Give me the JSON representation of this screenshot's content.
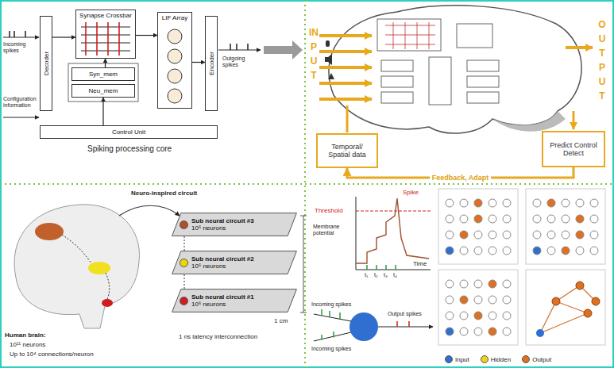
{
  "diagram": {
    "nodes": [
      {
        "text": [
          "Decoder"
        ]
      },
      {
        "text": [
          "Synapse Crossbar"
        ]
      },
      {
        "text": [
          "LIF Array"
        ]
      },
      {
        "text": [
          "Syn_mem"
        ]
      },
      {
        "text": [
          "Neu_mem"
        ]
      },
      {
        "text": [
          "Encoder"
        ]
      },
      {
        "text": [
          "Control Unit"
        ]
      },
      {
        "text": [
          "Temporal/ Spatial data"
        ]
      },
      {
        "text": [
          "Predict Control Detect"
        ]
      },
      {
        "text": [
          "Sub neural circuit #3",
          "10⁶ neurons"
        ]
      },
      {
        "text": [
          "Sub neural circuit #2",
          "10⁶ neurons"
        ]
      },
      {
        "text": [
          "Sub neural circuit #1",
          "10⁶ neurons"
        ]
      }
    ],
    "edges": [
      {
        "from": 0,
        "to": 1,
        "arrow": "to"
      },
      {
        "from": 1,
        "to": 2,
        "arrow": "to"
      },
      {
        "from": 2,
        "to": 5,
        "arrow": "to"
      },
      {
        "from": 3,
        "to": 1,
        "arrow": "to"
      },
      {
        "from": 6,
        "to": 4,
        "arrow": "to"
      },
      {
        "from": 8,
        "to": 7,
        "label": "Feedback, Adapt",
        "arrow": "to"
      }
    ],
    "labels": [
      "Incoming spikes",
      "Configuration information",
      "Outgoing spikes",
      "Spiking processing core",
      "INPUT",
      "OUTPUT",
      "Neuro-inspired circuit",
      "1 ns latency interconnection",
      "1 cm",
      "Human brain:",
      "10¹¹ neurons",
      "Up to 10⁴ connections/neuron",
      "Threshold",
      "Membrane potential",
      "Spike",
      "Time",
      "t₁",
      "t₂",
      "t₃",
      "t₄",
      "Incoming spikes",
      "Incoming spikes",
      "Output spikes"
    ],
    "legend": [
      {
        "text": "Input",
        "color": "#2f6fd0"
      },
      {
        "text": "Hidden",
        "color": "#f0d020"
      },
      {
        "text": "Output",
        "color": "#e07020"
      }
    ]
  }
}
